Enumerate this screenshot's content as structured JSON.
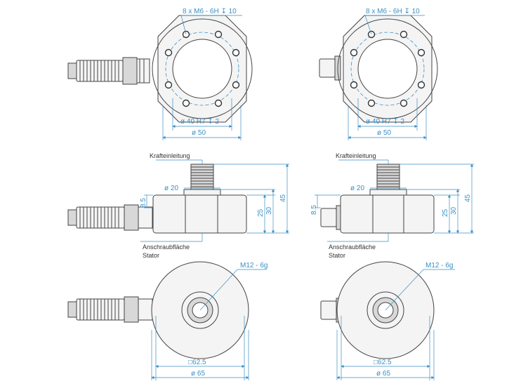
{
  "colors": {
    "dimension": "#3a8fc4",
    "outline": "#444444",
    "fill": "#f4f4f4"
  },
  "labels": {
    "thread_holes": "8 x M6 - 6H ↧ 10",
    "bore": "ø 40 H7 ↧ 2",
    "dia_50": "ø 50",
    "dia_20": "ø 20",
    "dim_8_5": "8.5",
    "dim_25": "25",
    "dim_30": "30",
    "dim_45": "45",
    "force_input": "Krafteinleitung",
    "mounting_surface": "Anschraubfläche",
    "stator": "Stator",
    "center_thread": "M12 - 6g",
    "square_62_5": "□62.5",
    "dia_65": "ø 65"
  }
}
